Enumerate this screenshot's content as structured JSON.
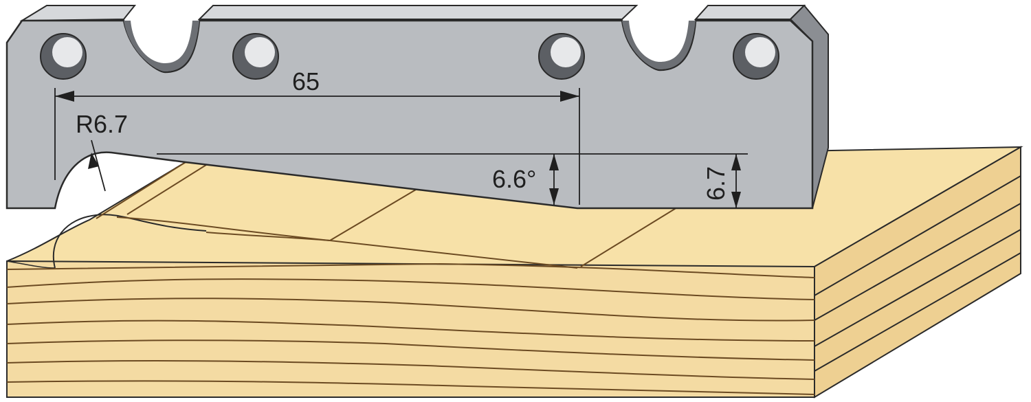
{
  "labels": {
    "length": "65",
    "radius": "R6.7",
    "angle": "6.6°",
    "depth": "6.7"
  },
  "colors": {
    "blade_face": "#b9bcc0",
    "blade_side": "#8b8e93",
    "blade_top": "#d6d8db",
    "hole": "#5c5f64",
    "wood_top": "#f7e1a8",
    "wood_front": "#f4dba3",
    "wood_side": "#eed092",
    "outline": "#2a2a2a",
    "grain": "#6b4a22"
  }
}
